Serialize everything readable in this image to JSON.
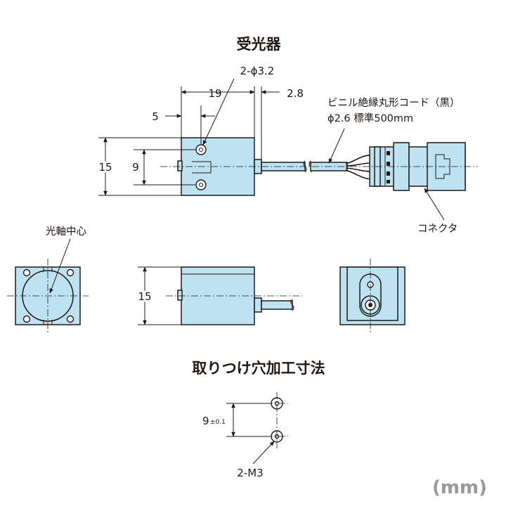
{
  "titles": {
    "receiver": "受光器",
    "mounting": "取りつけ穴加工寸法"
  },
  "unit": "(mm)",
  "dims": {
    "holes": "2-ϕ3.2",
    "length": "19",
    "lead": "2.8",
    "offset": "5",
    "height": "15",
    "pitch": "9",
    "side_height": "15",
    "mount_pitch": "9",
    "mount_tol": "±0.1",
    "mount_holes": "2-M3"
  },
  "notes": {
    "cord_line1": "ビニル絶縁丸形コード（黒）",
    "cord_line2": "ϕ2.6  標準500mm",
    "connector": "コネクタ",
    "optical_axis": "光軸中心"
  },
  "colors": {
    "body": "#bde3f3",
    "line": "#231815",
    "unit_text": "#9a9a9a"
  }
}
